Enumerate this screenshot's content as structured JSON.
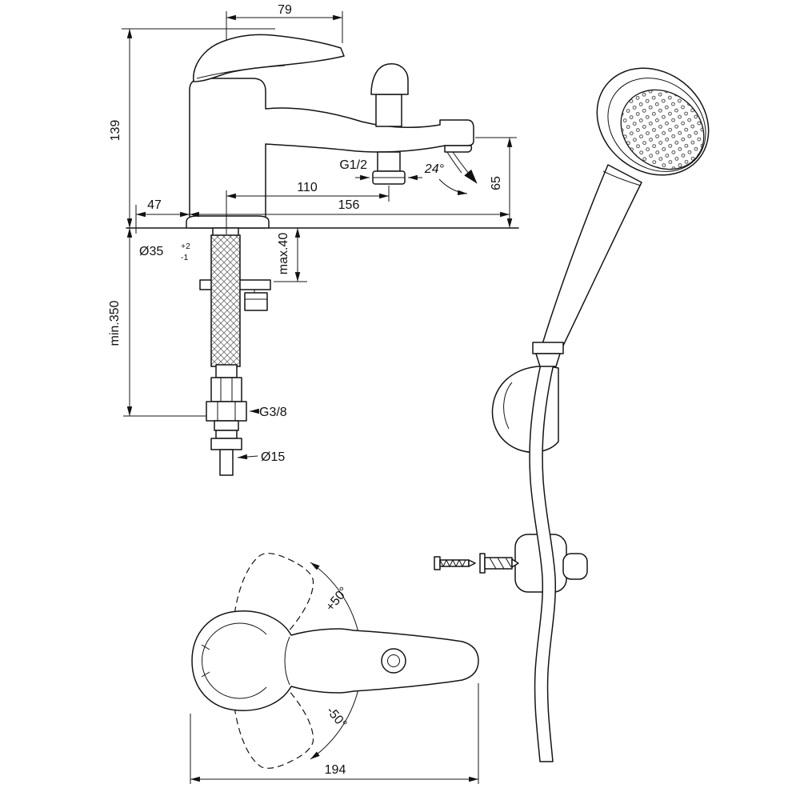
{
  "drawing": {
    "labels": {
      "handle_width": "79",
      "body_height": "139",
      "back_offset": "47",
      "spout_center": "110",
      "total_depth": "156",
      "outlet_height": "65",
      "stream_angle": "24°",
      "shower_outlet_thread": "G1/2",
      "hole_diameter": "Ø35",
      "hole_tol_upper": "+2",
      "hole_tol_lower": "-1",
      "deck_thickness": "max.40",
      "supply_length": "min.350",
      "supply_thread": "G3/8",
      "supply_pipe_diameter": "Ø15",
      "handle_swing_up": "+50°",
      "handle_swing_down": "-50°",
      "overall_length": "194"
    }
  }
}
